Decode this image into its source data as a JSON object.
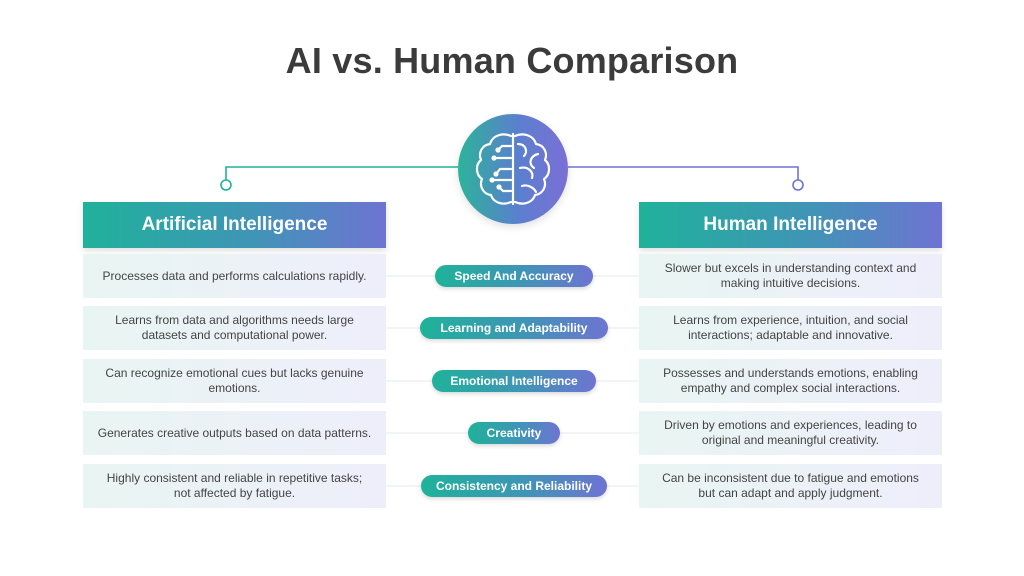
{
  "title": "AI vs. Human Comparison",
  "colors": {
    "teal": "#1fb29a",
    "purple": "#6e74d2",
    "title": "#3b3b3b",
    "text": "#444444"
  },
  "center_icon": "brain-circuit-icon",
  "left_header": "Artificial Intelligence",
  "right_header": "Human Intelligence",
  "rows": [
    {
      "label": "Speed And Accuracy",
      "ai": "Processes data and performs calculations rapidly.",
      "human": "Slower but excels in understanding  context and making intuitive decisions."
    },
    {
      "label": "Learning and Adaptability",
      "ai": "Learns from data and algorithms needs large datasets and computational power.",
      "human": "Learns from experience, intuition, and social interactions; adaptable  and innovative."
    },
    {
      "label": "Emotional Intelligence",
      "ai": "Can recognize emotional cues but lacks genuine emotions.",
      "human": "Possesses and understands emotions, enabling empathy and complex social interactions."
    },
    {
      "label": "Creativity",
      "ai": "Generates creative outputs based on data patterns.",
      "human": "Driven by emotions and experiences, leading to original and meaningful creativity."
    },
    {
      "label": "Consistency and Reliability",
      "ai": "Highly consistent and reliable in repetitive tasks; not affected by fatigue.",
      "human": "Can be inconsistent due to fatigue and emotions but can adapt and apply judgment."
    }
  ]
}
